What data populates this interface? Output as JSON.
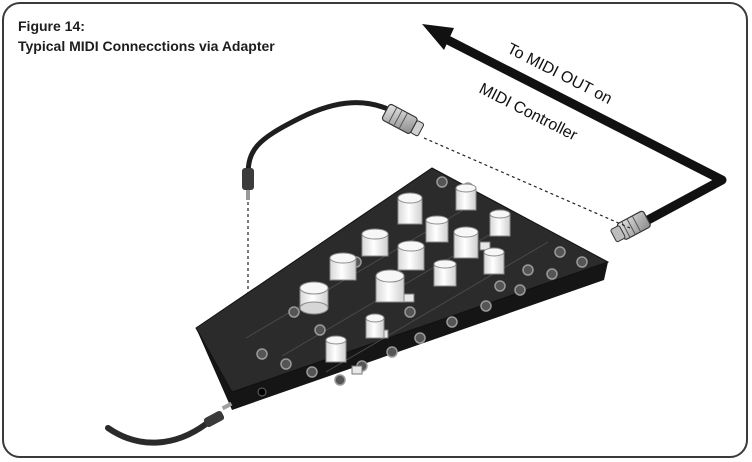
{
  "figure": {
    "number_label": "Figure 14:",
    "caption": "Typical MIDI Connecctions via Adapter"
  },
  "labels": {
    "line1": "To MIDI OUT on",
    "line2": "MIDI Controller"
  },
  "colors": {
    "device_body": "#2b2b2b",
    "knob": "#f2f2f2",
    "cable": "#1a1a1a",
    "border": "#3a3a3a"
  }
}
